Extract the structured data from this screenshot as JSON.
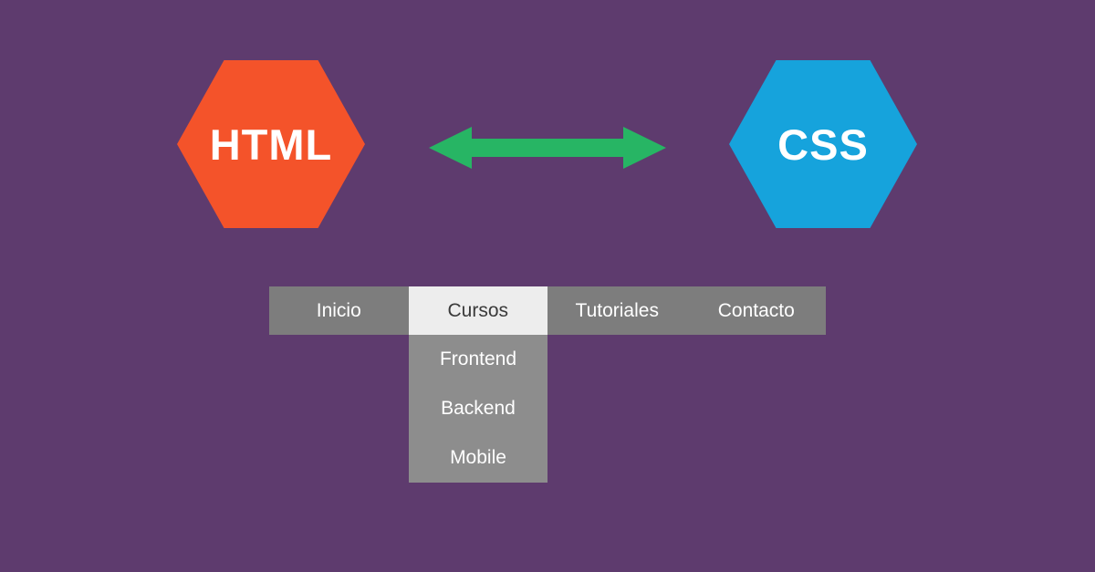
{
  "badges": {
    "html": {
      "label": "HTML",
      "color": "#f4532a"
    },
    "css": {
      "label": "CSS",
      "color": "#16a3dc"
    }
  },
  "arrow": {
    "color": "#27b564"
  },
  "menu": {
    "bar_color": "#7d7d7d",
    "active_color": "#ededed",
    "items": [
      {
        "label": "Inicio",
        "active": false
      },
      {
        "label": "Cursos",
        "active": true
      },
      {
        "label": "Tutoriales",
        "active": false
      },
      {
        "label": "Contacto",
        "active": false
      }
    ],
    "dropdown": {
      "parent": "Cursos",
      "background": "#8d8d8d",
      "items": [
        "Frontend",
        "Backend",
        "Mobile"
      ]
    }
  }
}
